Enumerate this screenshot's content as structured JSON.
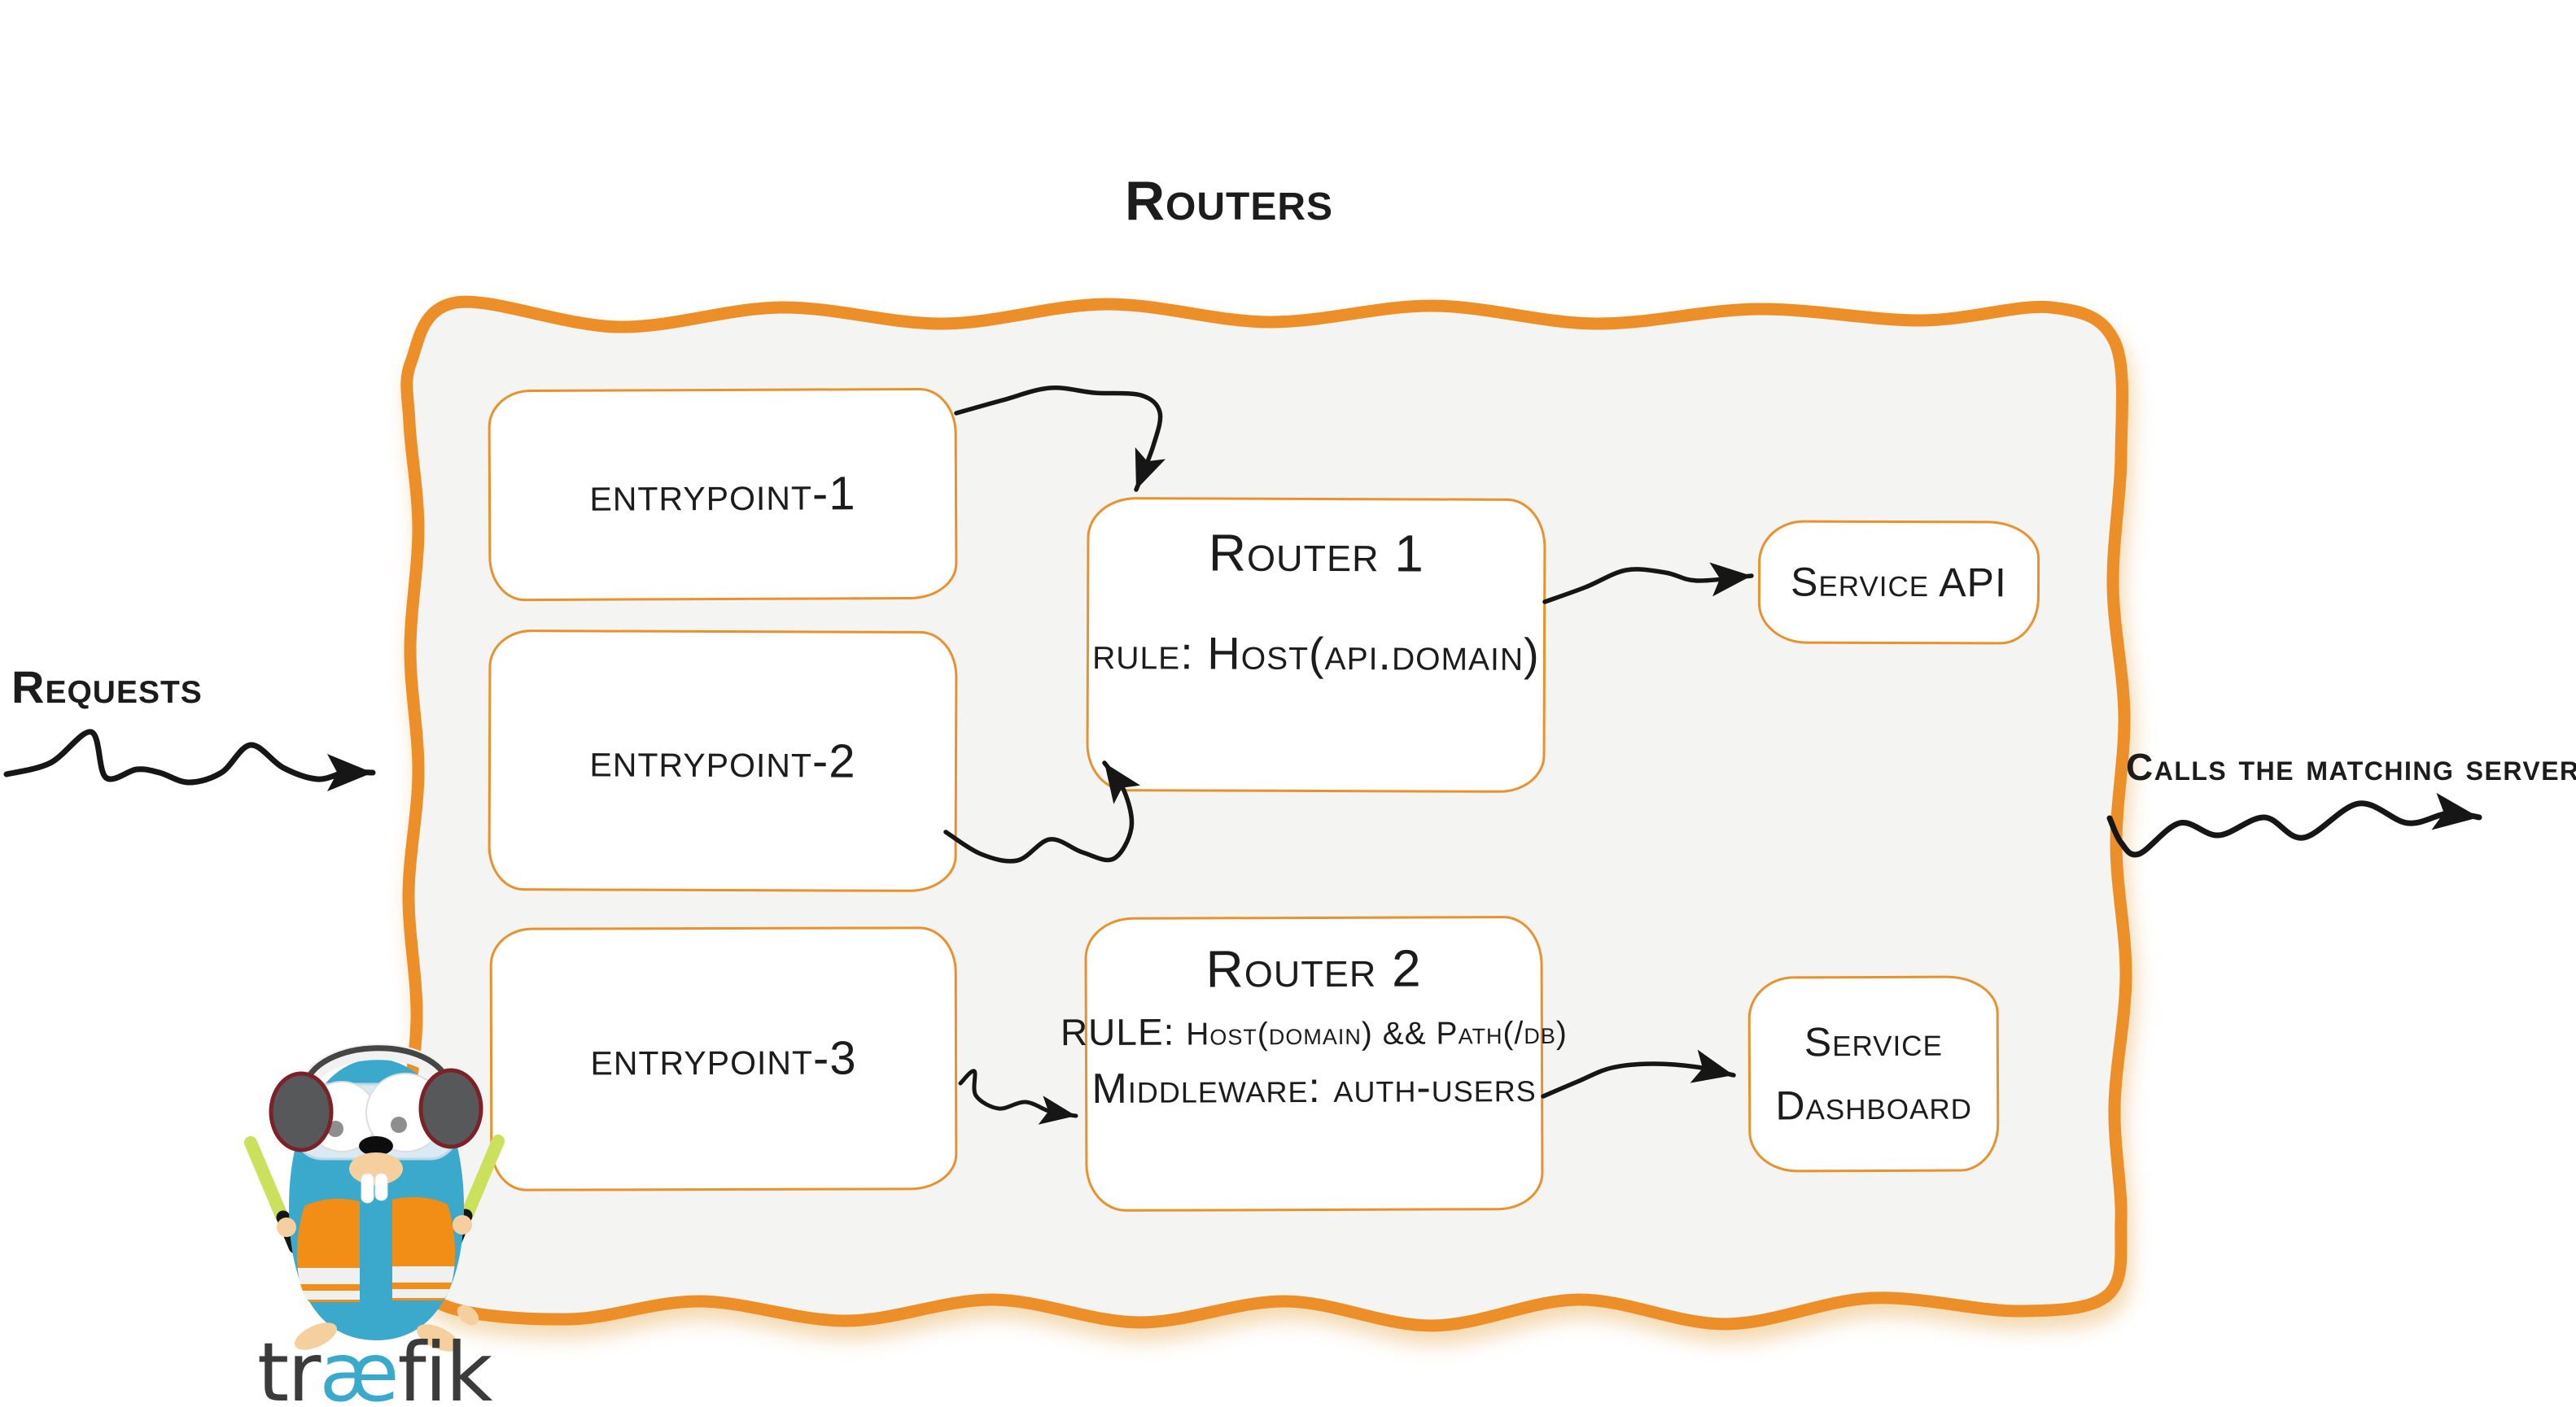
{
  "title": "Routers",
  "outer_labels": {
    "requests": "Requests",
    "calls": "Calls the matching server"
  },
  "entrypoints": [
    {
      "label": "entrypoint-1"
    },
    {
      "label": "entrypoint-2"
    },
    {
      "label": "entrypoint-3"
    }
  ],
  "routers": [
    {
      "title": "Router 1",
      "rule_label": "rule:",
      "rule_value": "Host(api.domain)"
    },
    {
      "title": "Router 2",
      "rule_label": "RULE:",
      "rule_value": "Host(domain) && Path(/db)",
      "middleware_label": "Middleware:",
      "middleware_value": "auth-users"
    }
  ],
  "services": [
    {
      "line1": "Service API",
      "line2": ""
    },
    {
      "line1": "Service",
      "line2": "Dashboard"
    }
  ],
  "logo": {
    "wordmark_start": "tr",
    "wordmark_ligature": "æ",
    "wordmark_end": "fik",
    "mascot": "traefik-gopher"
  },
  "colors": {
    "border_orange": "#EC8F28",
    "box_border": "#E9912D",
    "panel_fill": "#F4F4F3",
    "ink": "#1C1C1C",
    "arrow_black": "#161616",
    "traefik_teal": "#3AA9CC",
    "wordmark_gray": "#3B3B3B",
    "vest_orange": "#F28D15",
    "stick_green": "#CBE15D"
  }
}
